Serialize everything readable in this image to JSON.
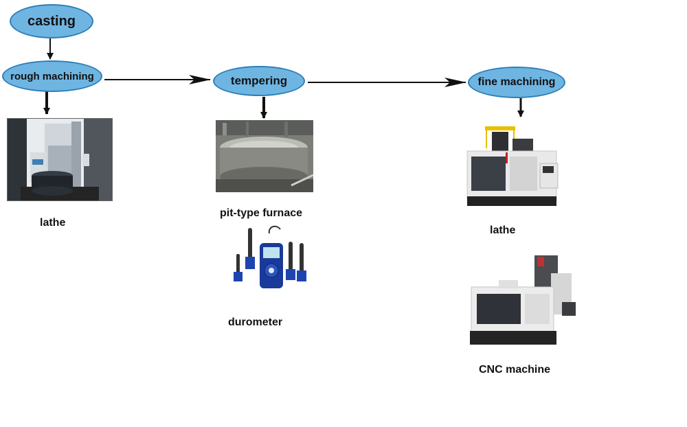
{
  "colors": {
    "node_fill": "#6fb5e2",
    "node_border": "#2d7fb8",
    "arrow": "#111111"
  },
  "nodes": {
    "casting": "casting",
    "rough_machining": "rough machining",
    "tempering": "tempering",
    "fine_machining": "fine machining"
  },
  "captions": {
    "lathe_rough": "lathe",
    "pit_furnace": "pit-type furnace",
    "durometer": "durometer",
    "lathe_fine": "lathe",
    "cnc": "CNC machine"
  },
  "icons": [
    "vertical-lathe-photo",
    "pit-type-furnace-photo",
    "durometer-photo",
    "vertical-cnc-lathe-photo",
    "cnc-gantry-machine-photo"
  ]
}
